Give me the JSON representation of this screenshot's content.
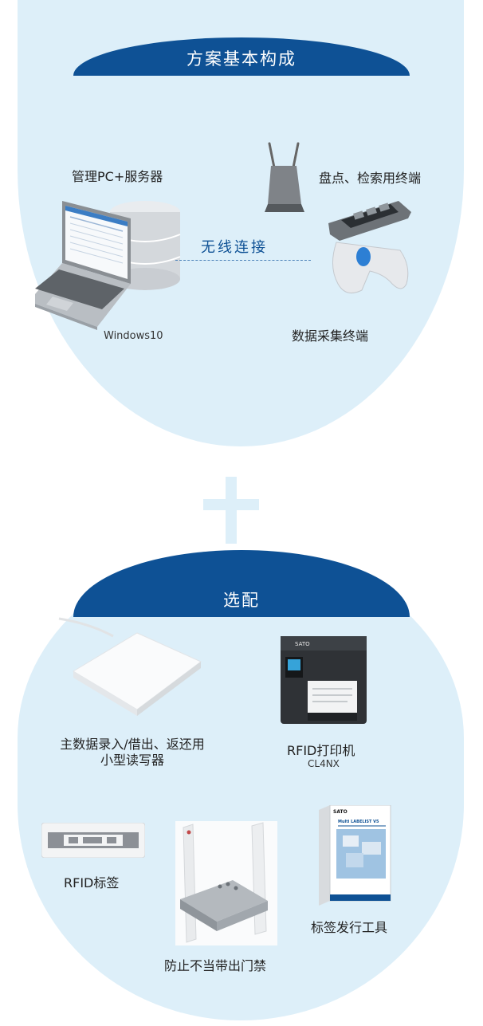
{
  "basic": {
    "title": "方案基本构成",
    "server_label": "管理PC+服务器",
    "handheld_label": "盘点、检索用终端",
    "wireless_label": "无线连接",
    "os_label": "Windows10",
    "terminal_label": "数据采集终端"
  },
  "options": {
    "title": "选配",
    "reader_label_line1": "主数据录入/借出、返还用",
    "reader_label_line2": "小型读写器",
    "printer_label": "RFID打印机",
    "printer_model": "CL4NX",
    "tag_label": "RFID标签",
    "gate_label": "防止不当带出门禁",
    "software_label": "标签发行工具",
    "printer_brand": "SATO",
    "software_brand": "SATO",
    "software_product": "Multi LABELIST V5"
  },
  "colors": {
    "circle_fill": "#ddeff9",
    "header_fill": "#0e5195",
    "accent_text": "#0e5195"
  }
}
